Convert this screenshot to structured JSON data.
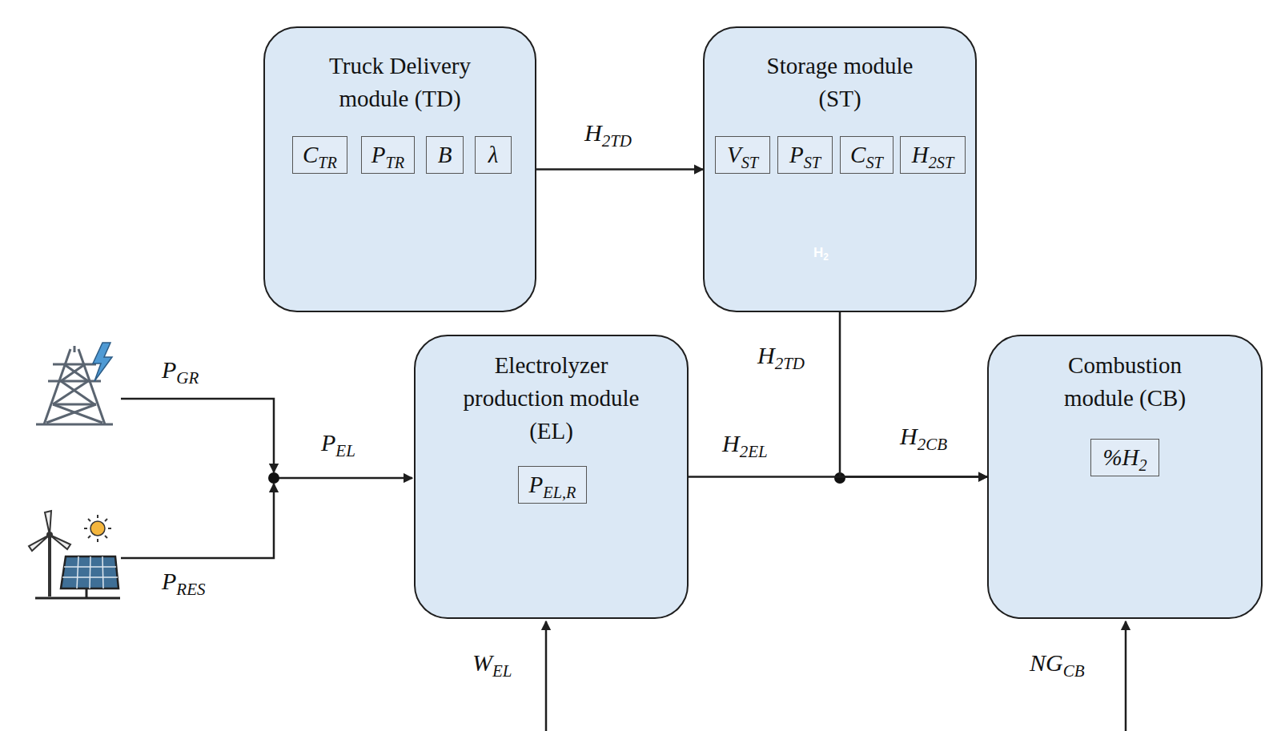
{
  "diagram": {
    "nodes": [
      {
        "text": [
          "Truck Delivery module (TD)"
        ]
      },
      {
        "text": [
          "CTR"
        ],
        "in": 0
      },
      {
        "text": [
          "PTR"
        ],
        "in": 0
      },
      {
        "text": [
          "B"
        ],
        "in": 0
      },
      {
        "text": [
          "λ"
        ],
        "in": 0
      },
      {
        "text": [
          "Storage module (ST)"
        ]
      },
      {
        "text": [
          "VST"
        ],
        "in": 5
      },
      {
        "text": [
          "PST"
        ],
        "in": 5
      },
      {
        "text": [
          "CST"
        ],
        "in": 5
      },
      {
        "text": [
          "H2ST"
        ],
        "in": 5
      },
      {
        "text": [
          "Electrolyzer production module (EL)"
        ]
      },
      {
        "text": [
          "PEL,R"
        ],
        "in": 10
      },
      {
        "text": [
          "Combustion module (CB)"
        ]
      },
      {
        "text": [
          "%H2"
        ],
        "in": 12
      }
    ],
    "edges": [
      {
        "from": 0,
        "to": 5,
        "label": "H2TD",
        "arrow": "to"
      },
      {
        "from": 5,
        "to": 12,
        "label": "H2TD",
        "arrow": "to"
      },
      {
        "from": 10,
        "to": 12,
        "label": "H2EL",
        "arrow": "to"
      }
    ],
    "labels": [
      "PGR",
      "PRES",
      "PEL",
      "H2CB",
      "WEL",
      "NGCB",
      "H2"
    ]
  }
}
